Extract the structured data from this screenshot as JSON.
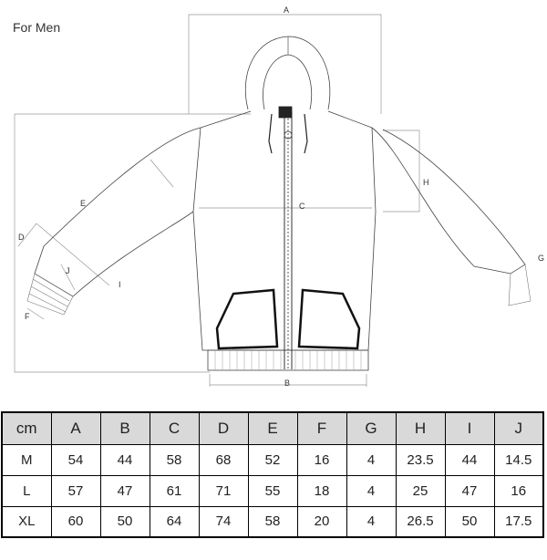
{
  "title": "For Men",
  "diagram": {
    "labels": [
      "A",
      "B",
      "C",
      "D",
      "E",
      "F",
      "G",
      "H",
      "I",
      "J"
    ]
  },
  "table": {
    "headers": [
      "cm",
      "A",
      "B",
      "C",
      "D",
      "E",
      "F",
      "G",
      "H",
      "I",
      "J"
    ],
    "rows": [
      [
        "M",
        "54",
        "44",
        "58",
        "68",
        "52",
        "16",
        "4",
        "23.5",
        "44",
        "14.5"
      ],
      [
        "L",
        "57",
        "47",
        "61",
        "71",
        "55",
        "18",
        "4",
        "25",
        "47",
        "16"
      ],
      [
        "XL",
        "60",
        "50",
        "64",
        "74",
        "58",
        "20",
        "4",
        "26.5",
        "50",
        "17.5"
      ]
    ]
  }
}
